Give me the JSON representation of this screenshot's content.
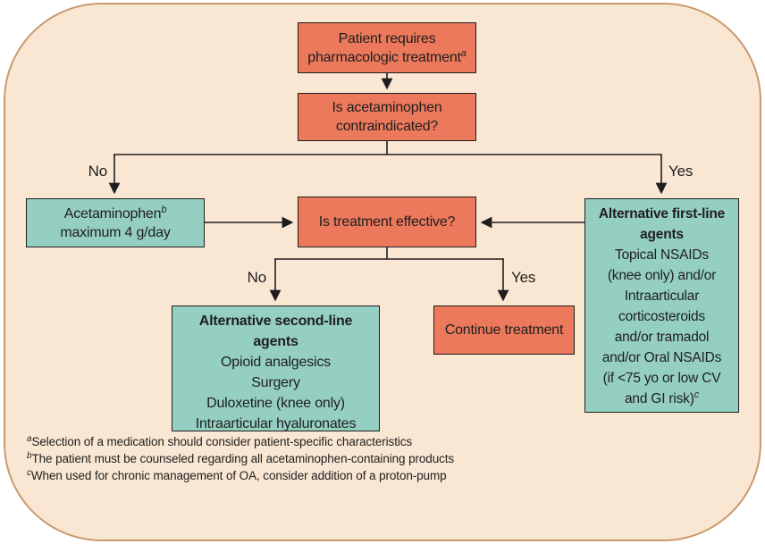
{
  "flowchart": {
    "nodes": {
      "start": {
        "line1": "Patient requires",
        "line2": "pharmacologic treatment",
        "sup": "a"
      },
      "contraindicated": {
        "line1": "Is acetaminophen",
        "line2": "contraindicated?"
      },
      "acetaminophen": {
        "line1": "Acetaminophen",
        "sup": "b",
        "line2": "maximum 4 g/day"
      },
      "effective": {
        "line1": "Is treatment effective?"
      },
      "first_line_agents": {
        "title_line1": "Alternative first-line",
        "title_line2": "agents",
        "body_lines": [
          "Topical NSAIDs",
          "(knee only) and/or",
          "Intraarticular",
          "corticosteroids",
          "and/or tramadol",
          "and/or Oral NSAIDs",
          "(if <75 yo or low CV",
          "and GI risk)"
        ],
        "sup": "c"
      },
      "second_line_agents": {
        "title_line1": "Alternative second-line",
        "title_line2": "agents",
        "body_lines": [
          "Opioid analgesics",
          "Surgery",
          "Duloxetine (knee only)",
          "Intraarticular hyaluronates"
        ]
      },
      "continue_treatment": {
        "line1": "Continue treatment"
      }
    },
    "edge_labels": {
      "no_top": "No",
      "yes_top": "Yes",
      "no_bottom": "No",
      "yes_bottom": "Yes"
    },
    "footnotes": [
      {
        "sup": "a",
        "text": "Selection of a medication should consider patient-specific characteristics"
      },
      {
        "sup": "b",
        "text": "The patient must be counseled regarding all acetaminophen-containing products"
      },
      {
        "sup": "c",
        "text": "When used for chronic management of OA, consider addition of a proton-pump"
      }
    ],
    "colors": {
      "decision_fill": "#ec795c",
      "agents_fill": "#95cfc2",
      "background": "#fae7d3",
      "frame_border": "#c9996e",
      "box_border": "#1e1e1e"
    }
  }
}
